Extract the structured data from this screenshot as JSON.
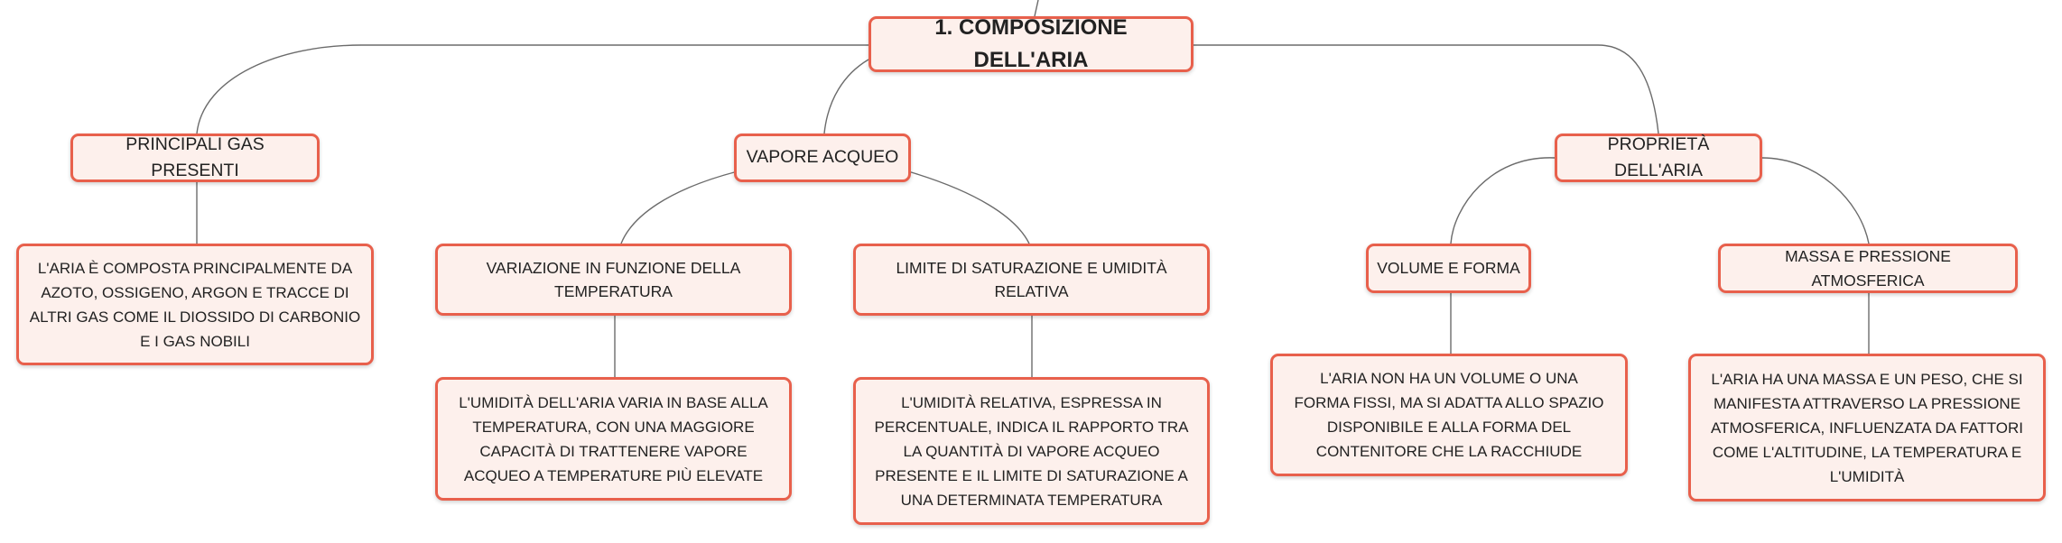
{
  "mindmap": {
    "root": {
      "label": "1. COMPOSIZIONE DELL'ARIA"
    },
    "branches": [
      {
        "label": "PRINCIPALI GAS PRESENTI",
        "children": [
          {
            "label": "L'ARIA È COMPOSTA PRINCIPALMENTE DA AZOTO, OSSIGENO, ARGON E TRACCE DI ALTRI GAS COME IL DIOSSIDO DI CARBONIO E I GAS NOBILI"
          }
        ]
      },
      {
        "label": "VAPORE ACQUEO",
        "children": [
          {
            "label": "VARIAZIONE IN FUNZIONE DELLA TEMPERATURA",
            "children": [
              {
                "label": "L'UMIDITÀ DELL'ARIA VARIA IN BASE ALLA TEMPERATURA, CON UNA MAGGIORE CAPACITÀ DI TRATTENERE VAPORE ACQUEO A TEMPERATURE PIÙ ELEVATE"
              }
            ]
          },
          {
            "label": "LIMITE DI SATURAZIONE E UMIDITÀ RELATIVA",
            "children": [
              {
                "label": "L'UMIDITÀ RELATIVA, ESPRESSA IN PERCENTUALE, INDICA IL RAPPORTO TRA LA QUANTITÀ DI VAPORE ACQUEO PRESENTE E IL LIMITE DI SATURAZIONE A UNA DETERMINATA TEMPERATURA"
              }
            ]
          }
        ]
      },
      {
        "label": "PROPRIETÀ DELL'ARIA",
        "children": [
          {
            "label": "VOLUME E FORMA",
            "children": [
              {
                "label": "L'ARIA NON HA UN VOLUME O UNA FORMA FISSI, MA SI ADATTA ALLO SPAZIO DISPONIBILE E ALLA FORMA DEL CONTENITORE CHE LA RACCHIUDE"
              }
            ]
          },
          {
            "label": "MASSA E PRESSIONE ATMOSFERICA",
            "children": [
              {
                "label": "L'ARIA HA UNA MASSA E UN PESO, CHE SI MANIFESTA ATTRAVERSO LA PRESSIONE ATMOSFERICA, INFLUENZATA DA FATTORI COME L'ALTITUDINE, LA TEMPERATURA E L'UMIDITÀ"
              }
            ]
          }
        ]
      }
    ]
  },
  "colors": {
    "node_border": "#e8604c",
    "node_fill": "#fdf0ec",
    "connector": "#6b6b6b",
    "text": "#222222"
  }
}
